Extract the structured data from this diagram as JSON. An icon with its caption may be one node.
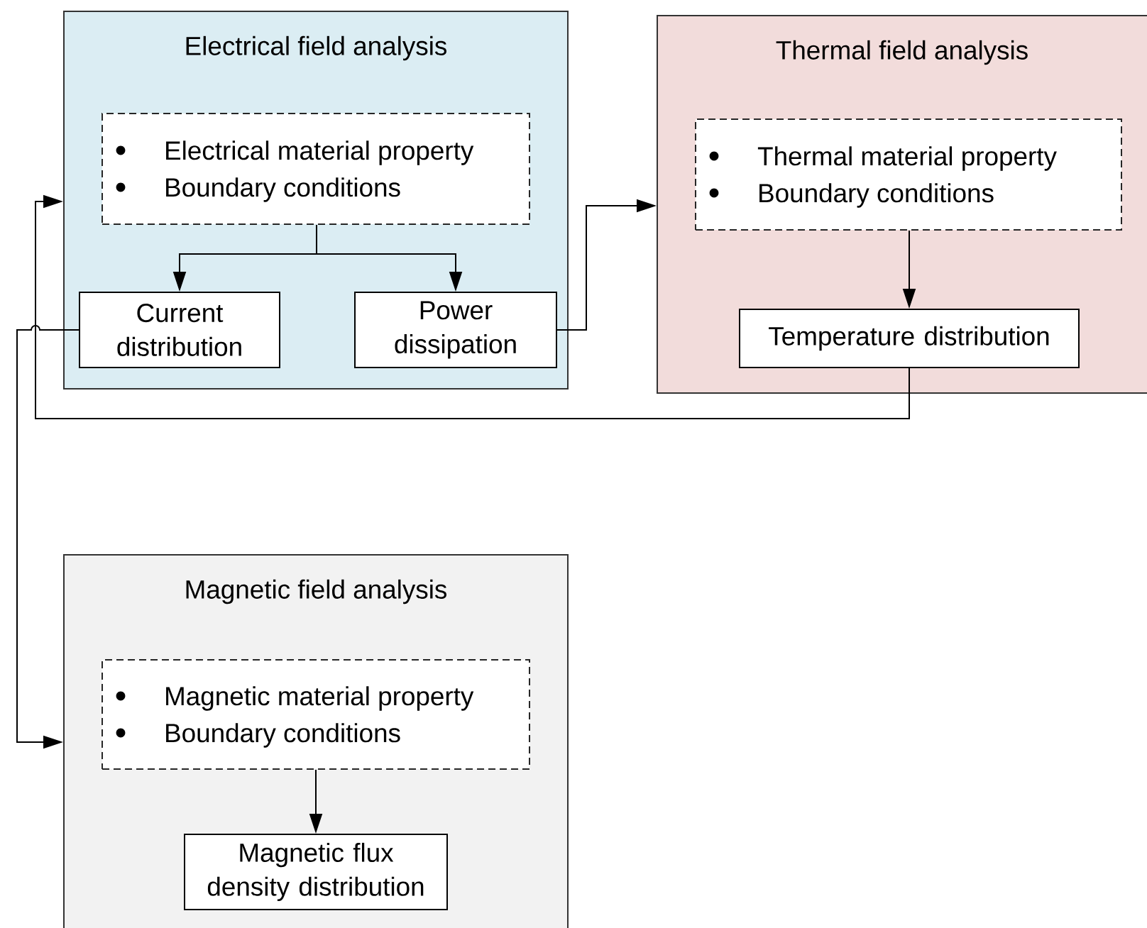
{
  "diagram": {
    "nodes": [
      {
        "text": [
          "Electrical field analysis"
        ]
      },
      {
        "text": [
          "Electrical material property",
          "Boundary conditions"
        ],
        "in": 0
      },
      {
        "text": [
          "Current distribution"
        ],
        "in": 0
      },
      {
        "text": [
          "Power dissipation"
        ],
        "in": 0
      },
      {
        "text": [
          "Thermal field analysis"
        ]
      },
      {
        "text": [
          "Thermal material property",
          "Boundary conditions"
        ],
        "in": 4
      },
      {
        "text": [
          "Temperature distribution"
        ],
        "in": 4
      },
      {
        "text": [
          "Magnetic field analysis"
        ]
      },
      {
        "text": [
          "Magnetic material property",
          "Boundary conditions"
        ],
        "in": 7
      },
      {
        "text": [
          "Magnetic flux density distribution"
        ],
        "in": 7
      }
    ],
    "edges": [
      {
        "from": 1,
        "to": 2,
        "arrow": "to"
      },
      {
        "from": 1,
        "to": 3,
        "arrow": "to"
      },
      {
        "from": 3,
        "to": 4,
        "arrow": "to"
      },
      {
        "from": 5,
        "to": 6,
        "arrow": "to"
      },
      {
        "from": 6,
        "to": 0,
        "arrow": "to"
      },
      {
        "from": 2,
        "to": 7,
        "arrow": "to"
      },
      {
        "from": 8,
        "to": 9,
        "arrow": "to"
      }
    ]
  }
}
